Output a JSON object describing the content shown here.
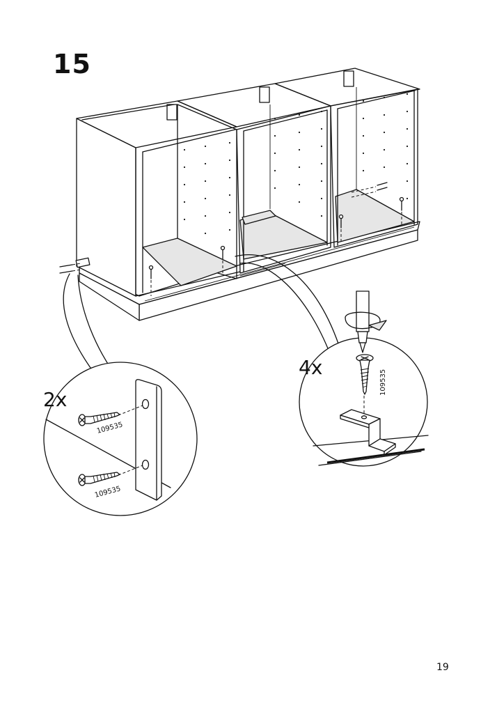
{
  "step": {
    "number": "15"
  },
  "callouts": {
    "left": {
      "quantity": "2x",
      "part_code_top": "109535",
      "part_code_bottom": "109535"
    },
    "right": {
      "quantity": "4x",
      "part_code": "109535"
    }
  },
  "page": {
    "number": "19"
  }
}
